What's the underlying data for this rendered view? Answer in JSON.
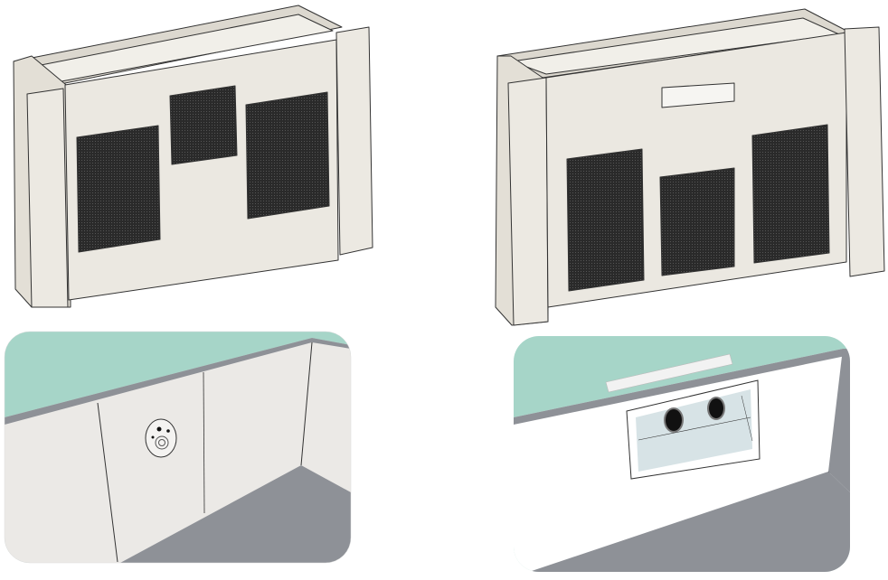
{
  "colors": {
    "panel": "#e9e6df",
    "panel_dark": "#d9d5cc",
    "mesh": "#2a2a2a",
    "wall_green": "#a6d5c8",
    "wall": "#ebe9e6",
    "floor": "#8e9197",
    "outline": "#333333",
    "window": "#d7e3e6"
  },
  "figures": [
    {
      "name": "unit-front-three-mesh-view"
    },
    {
      "name": "unit-rear-slot-view"
    },
    {
      "name": "wall-plug-detail"
    },
    {
      "name": "wall-opening-detail"
    }
  ]
}
